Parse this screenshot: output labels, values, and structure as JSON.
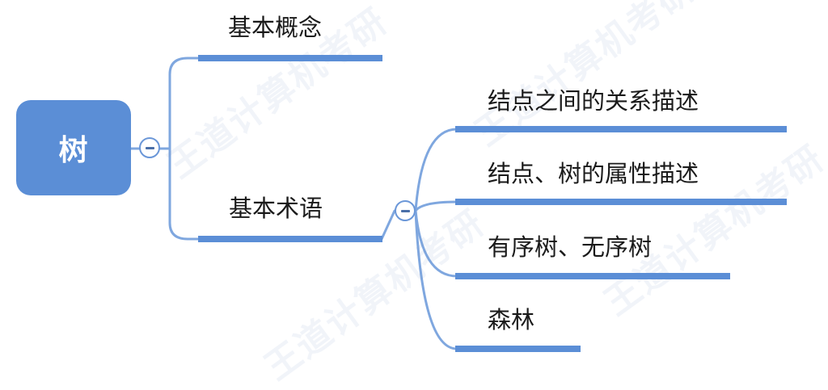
{
  "root": {
    "label": "树"
  },
  "branches": {
    "concept": "基本概念",
    "terms": "基本术语"
  },
  "terms_children": [
    "结点之间的关系描述",
    "结点、树的属性描述",
    "有序树、无序树",
    "森林"
  ],
  "watermark": {
    "text": "王道计算机考研"
  },
  "colors": {
    "node_fill": "#5b8ed6",
    "line": "#5b8ed6",
    "connector": "#7fa7df",
    "text": "#1a1a1a"
  }
}
